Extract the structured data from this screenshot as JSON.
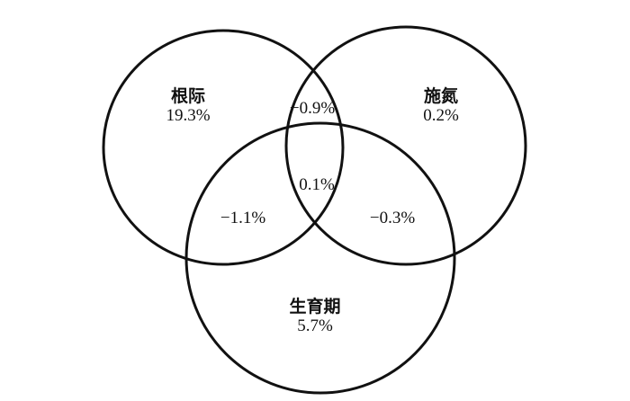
{
  "venn": {
    "sets": {
      "root": {
        "name": "根际",
        "value": "19.3%"
      },
      "nitrogen": {
        "name": "施氮",
        "value": "0.2%"
      },
      "growth": {
        "name": "生育期",
        "value": "5.7%"
      }
    },
    "overlaps": {
      "root_nitrogen": "−0.9%",
      "root_growth": "−1.1%",
      "nitrogen_growth": "−0.3%",
      "all_three": "0.1%"
    },
    "stroke_color": "#111111",
    "text_color": "#111111",
    "background": "#ffffff"
  }
}
